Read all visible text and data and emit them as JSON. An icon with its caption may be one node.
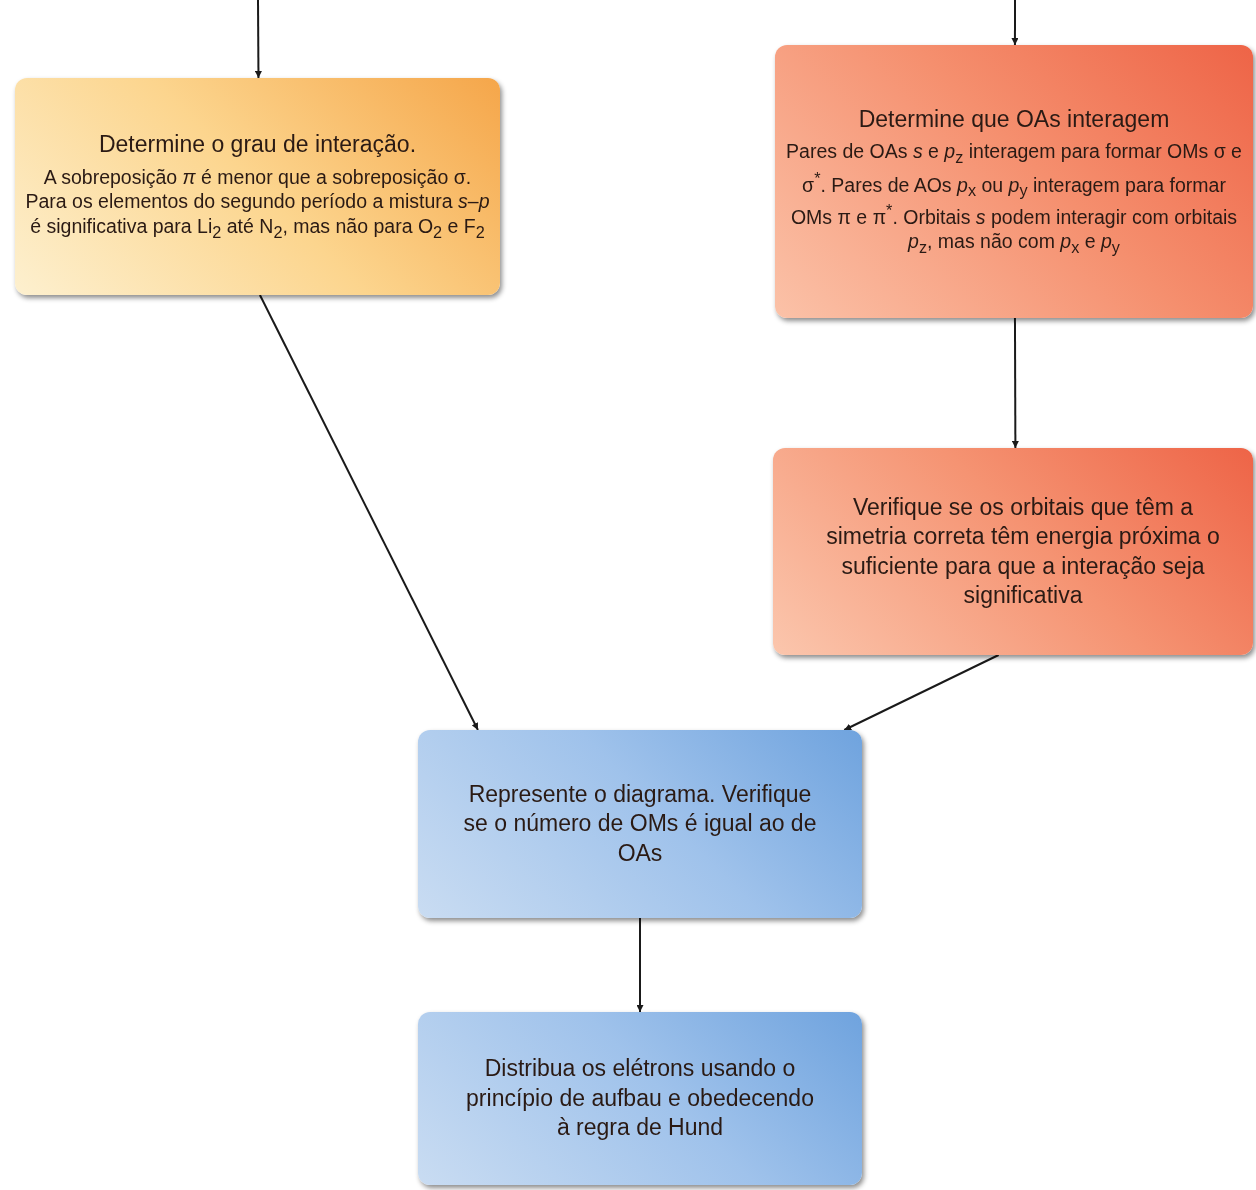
{
  "diagram": {
    "nodes": [
      {
        "text": [
          "Determine o grau de interação.",
          "A sobreposição *π* é menor que a sobreposição σ. Para os elementos do segundo período a mistura *s*–*p* é significativa para Li$_{2}$ até N$_{2}$, mas não para O$_{2}$ e F$_{2}$"
        ]
      },
      {
        "text": [
          "Determine que OAs interagem",
          "Pares de OAs *s* e *p*$_{z}$ interagem para formar OMs σ e σ$^{*}$. Pares de AOs *p*$_{x}$ ou *p*$_{y}$ interagem para formar OMs π e π$^{*}$. Orbitais *s* podem interagir com orbitais *p*$_{z}$, mas não com *p*$_{x}$ e *p*$_{y}$"
        ]
      },
      {
        "text": [
          "Verifique se os orbitais que têm a simetria correta têm energia próxima o suficiente para que a interação seja significativa"
        ]
      },
      {
        "text": [
          "Represente o diagrama. Verifique se o número de OMs é igual ao de OAs"
        ]
      },
      {
        "text": [
          "Distribua os elétrons usando o princípio de aufbau e obedecendo à regra de Hund"
        ]
      }
    ],
    "edges": [
      {
        "from": null,
        "to": 0,
        "arrow": "to"
      },
      {
        "from": null,
        "to": 1,
        "arrow": "to"
      },
      {
        "from": 1,
        "to": 2,
        "arrow": "to"
      },
      {
        "from": 0,
        "to": 3,
        "arrow": "to"
      },
      {
        "from": 2,
        "to": 3,
        "arrow": "to"
      },
      {
        "from": 3,
        "to": 4,
        "arrow": "to"
      }
    ]
  }
}
